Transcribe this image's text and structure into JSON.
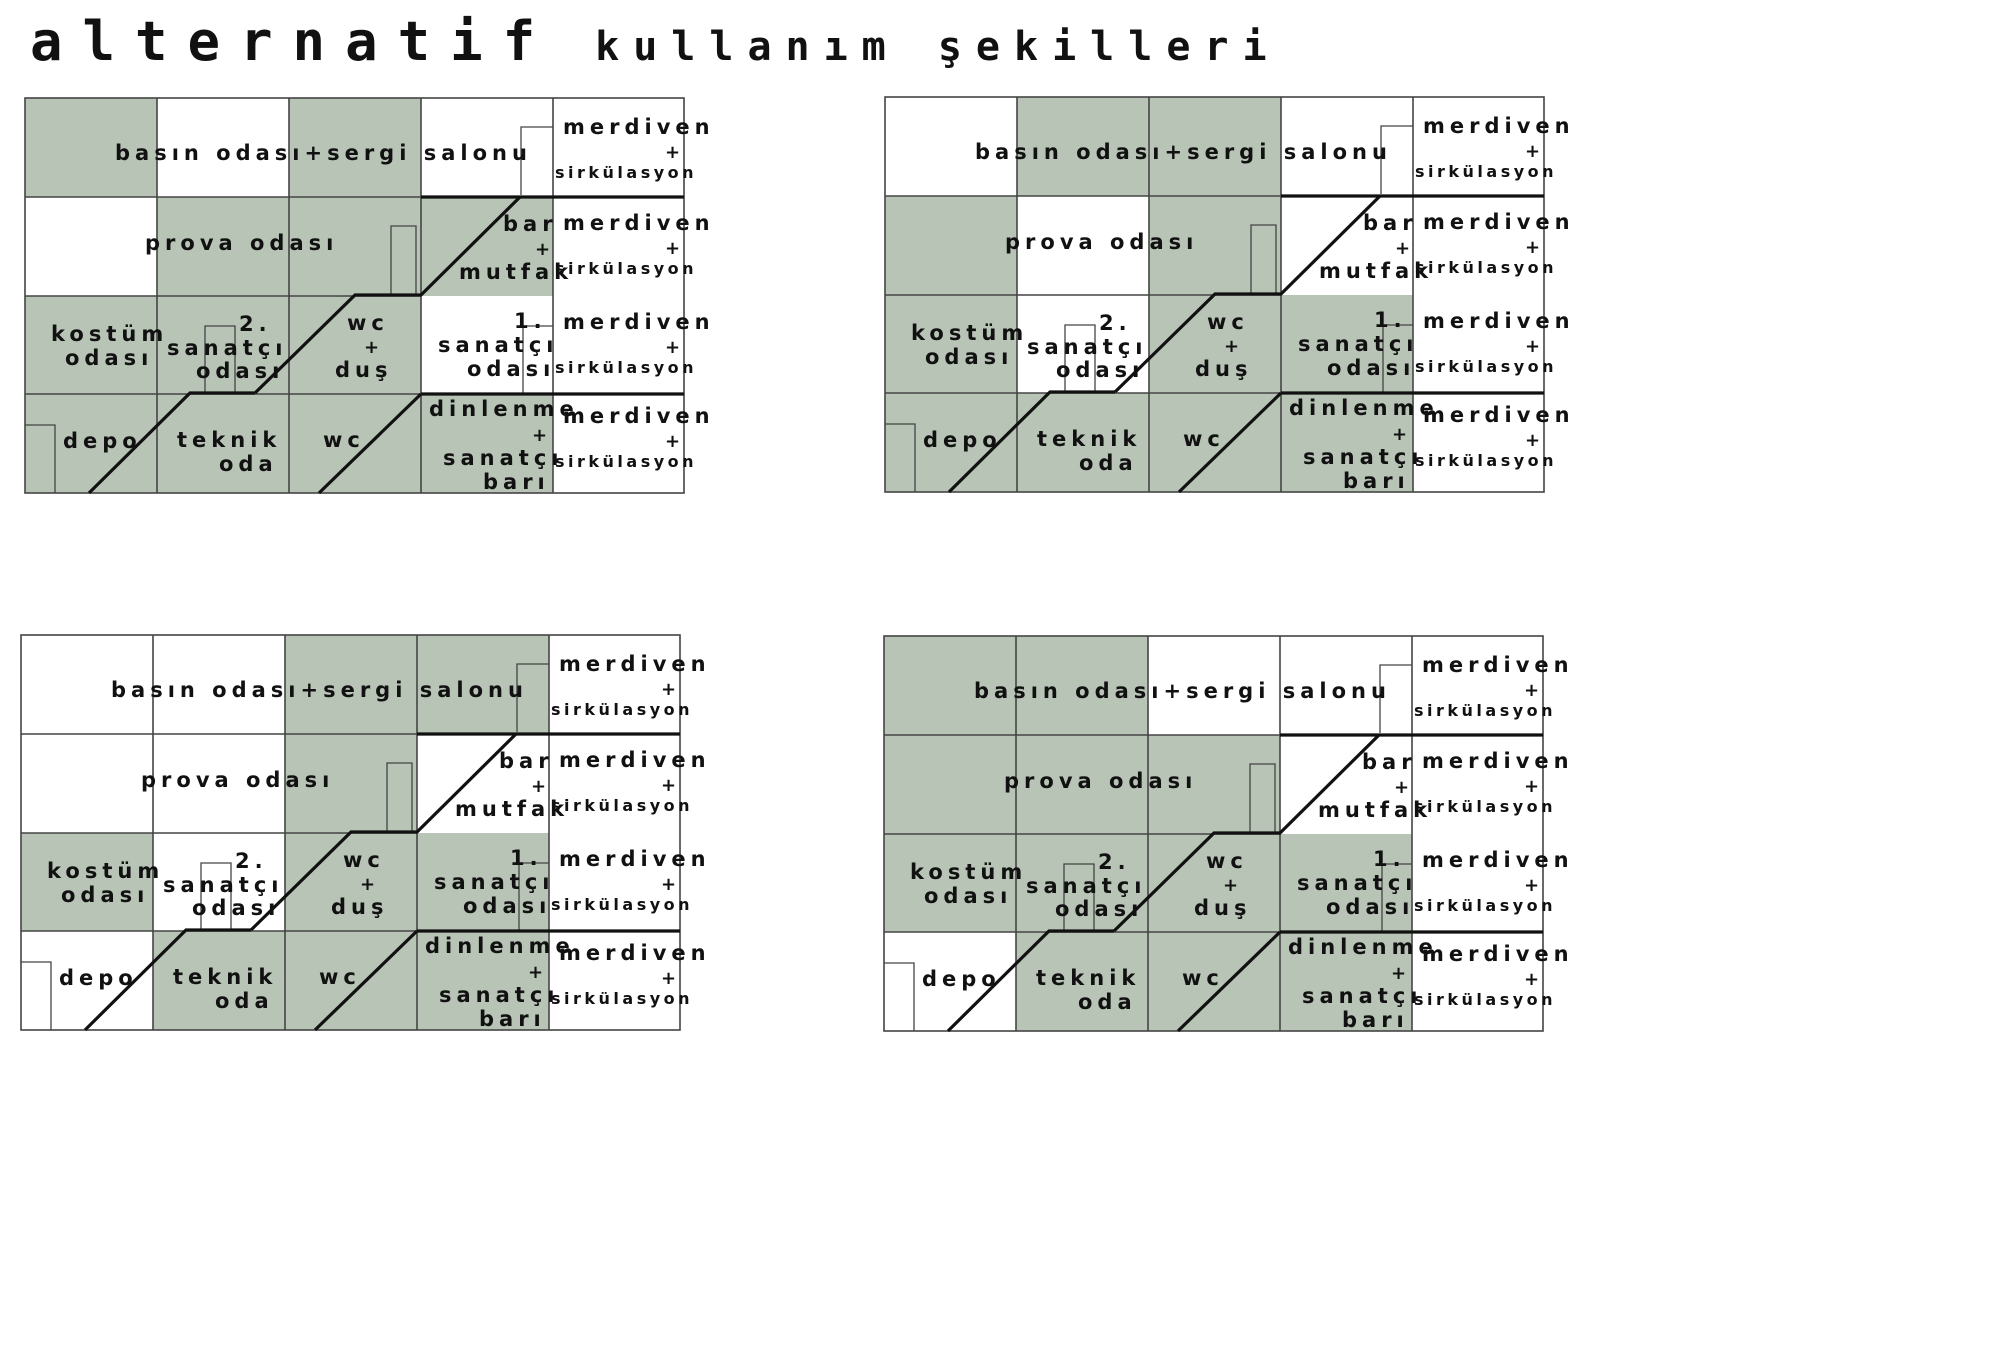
{
  "title": {
    "main": "alternatif",
    "sub": "kullanım şekilleri"
  },
  "colors": {
    "shaded": "#b8c5b6",
    "empty": "#ffffff",
    "line": "#444444",
    "thick": "#111111"
  },
  "labels": {
    "basin": "basın odası+sergi salonu",
    "prova": "prova odası",
    "kostum1": "kostüm",
    "kostum2": "odası",
    "sanatci2_num": "2.",
    "sanatci": "sanatçı",
    "odasi": "odası",
    "wc": "wc",
    "plus": "+",
    "dus": "duş",
    "sanatci1_num": "1.",
    "depo": "depo",
    "teknik": "teknik",
    "oda": "oda",
    "bar": "bar",
    "mutfak": "mutfak",
    "dinlenme": "dinlenme",
    "sanatci_bar": "sanatçı",
    "bari": "barı",
    "merdiven": "merdiven",
    "sirkulasyon": "sirkülasyon"
  },
  "panels": [
    {
      "id": "top-left",
      "fill": [
        [
          1,
          0,
          1,
          0,
          0
        ],
        [
          0,
          1,
          1,
          1,
          0
        ],
        [
          1,
          1,
          1,
          0,
          0
        ],
        [
          1,
          1,
          1,
          1,
          0
        ]
      ]
    },
    {
      "id": "top-right",
      "fill": [
        [
          0,
          1,
          1,
          0,
          0
        ],
        [
          1,
          0,
          1,
          0,
          0
        ],
        [
          1,
          0,
          1,
          1,
          0
        ],
        [
          1,
          1,
          1,
          1,
          0
        ]
      ]
    },
    {
      "id": "bottom-left",
      "fill": [
        [
          0,
          0,
          1,
          1,
          0
        ],
        [
          0,
          0,
          1,
          0,
          0
        ],
        [
          1,
          0,
          1,
          1,
          0
        ],
        [
          0,
          1,
          1,
          1,
          0
        ]
      ]
    },
    {
      "id": "bottom-right",
      "fill": [
        [
          1,
          1,
          0,
          0,
          0
        ],
        [
          1,
          1,
          1,
          0,
          0
        ],
        [
          1,
          1,
          1,
          1,
          0
        ],
        [
          0,
          1,
          1,
          1,
          0
        ]
      ]
    }
  ]
}
